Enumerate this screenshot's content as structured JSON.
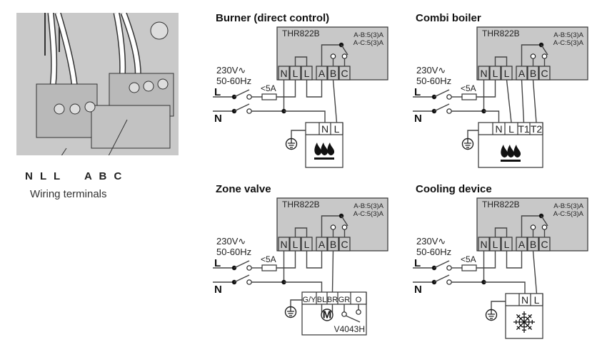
{
  "photo": {
    "terminal_group_1": "N L L",
    "terminal_group_2": "A B C",
    "caption": "Wiring terminals"
  },
  "diagrams": [
    {
      "title": "Burner (direct control)",
      "thermostat_model": "THR822B",
      "ratings": [
        "A-B:5(3)A",
        "A-C:5(3)A"
      ],
      "terminals": [
        "N",
        "L",
        "L",
        "A",
        "B",
        "C"
      ],
      "supply": [
        "230V∿",
        "50-60Hz"
      ],
      "line_label": "L",
      "neutral_label": "N",
      "fuse_label": "<5A",
      "device": {
        "type": "burner",
        "terminals": [
          "",
          "N",
          "L"
        ],
        "icon": "flame-icon"
      }
    },
    {
      "title": "Combi boiler",
      "thermostat_model": "THR822B",
      "ratings": [
        "A-B:5(3)A",
        "A-C:5(3)A"
      ],
      "terminals": [
        "N",
        "L",
        "L",
        "A",
        "B",
        "C"
      ],
      "supply": [
        "230V∿",
        "50-60Hz"
      ],
      "line_label": "L",
      "neutral_label": "N",
      "fuse_label": "<5A",
      "device": {
        "type": "combi",
        "terminals": [
          "",
          "N",
          "L",
          "T1",
          "T2"
        ],
        "icon": "flame-icon"
      }
    },
    {
      "title": "Zone valve",
      "thermostat_model": "THR822B",
      "ratings": [
        "A-B:5(3)A",
        "A-C:5(3)A"
      ],
      "terminals": [
        "N",
        "L",
        "L",
        "A",
        "B",
        "C"
      ],
      "supply": [
        "230V∿",
        "50-60Hz"
      ],
      "line_label": "L",
      "neutral_label": "N",
      "fuse_label": "<5A",
      "device": {
        "type": "valve",
        "terminals": [
          "G/Y",
          "BL",
          "BR",
          "GR",
          "O"
        ],
        "icon": "motor-icon",
        "motor_label": "M",
        "model": "V4043H"
      }
    },
    {
      "title": "Cooling device",
      "thermostat_model": "THR822B",
      "ratings": [
        "A-B:5(3)A",
        "A-C:5(3)A"
      ],
      "terminals": [
        "N",
        "L",
        "L",
        "A",
        "B",
        "C"
      ],
      "supply": [
        "230V∿",
        "50-60Hz"
      ],
      "line_label": "L",
      "neutral_label": "N",
      "fuse_label": "<5A",
      "device": {
        "type": "cooling",
        "terminals": [
          "",
          "N",
          "L"
        ],
        "icon": "snowflake-icon"
      }
    }
  ]
}
